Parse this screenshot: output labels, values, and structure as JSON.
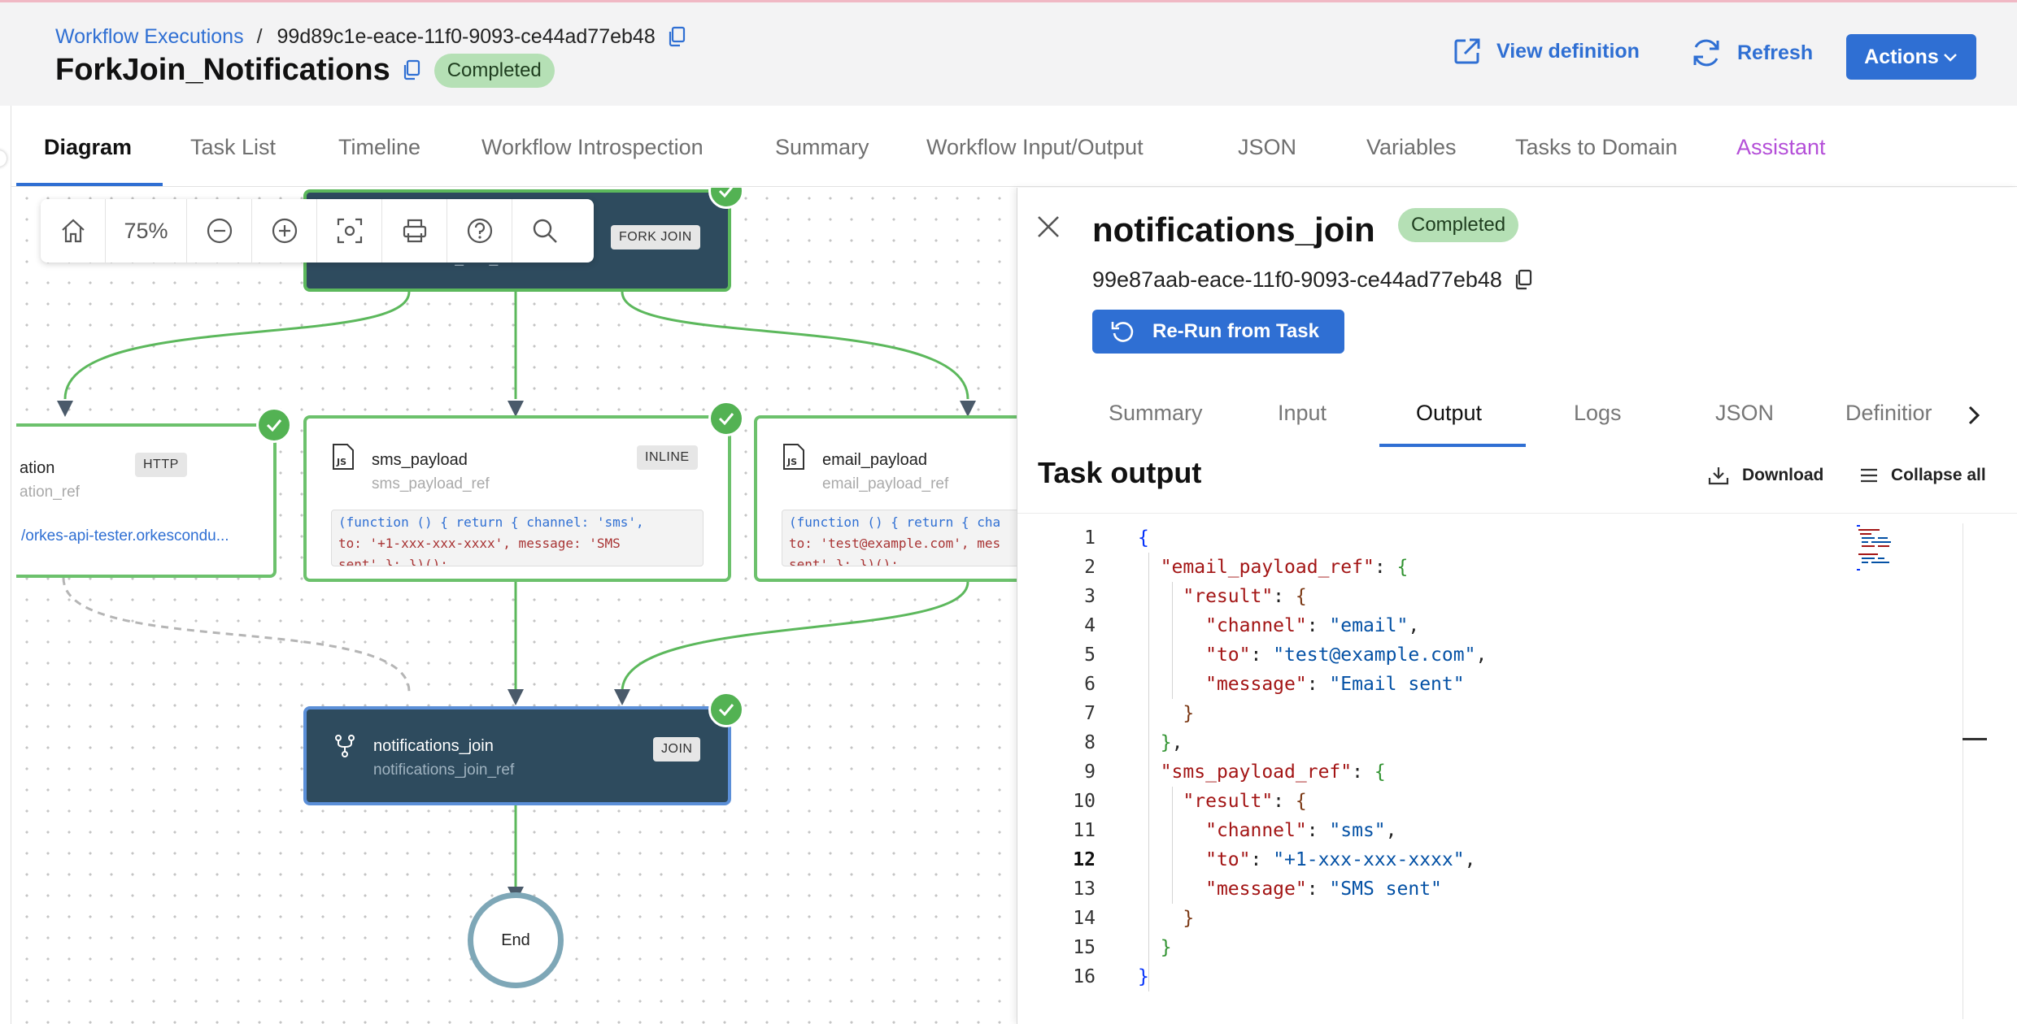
{
  "header": {
    "breadcrumb_link": "Workflow Executions",
    "breadcrumb_sep": "/",
    "workflow_id": "99d89c1e-eace-11f0-9093-ce44ad77eb48",
    "title": "ForkJoin_Notifications",
    "status": "Completed",
    "view_definition": "View definition",
    "refresh": "Refresh",
    "actions": "Actions"
  },
  "tabs": [
    "Diagram",
    "Task List",
    "Timeline",
    "Workflow Introspection",
    "Summary",
    "Workflow Input/Output",
    "JSON",
    "Variables",
    "Tasks to Domain",
    "Assistant"
  ],
  "toolbar": {
    "zoom": "75%"
  },
  "diagram": {
    "fork": {
      "ref": "notifications_fork_ref",
      "tag": "FORK JOIN"
    },
    "http": {
      "name": "ation",
      "ref": "ation_ref",
      "tag": "HTTP",
      "url": "/orkes-api-tester.orkescondu..."
    },
    "sms": {
      "name": "sms_payload",
      "ref": "sms_payload_ref",
      "tag": "INLINE",
      "code1a": "(function () { ",
      "code1b": "return",
      "code1c": " { channel: 'sms',",
      "code2": "to: '+1-xxx-xxx-xxxx', message: 'SMS",
      "code3": "sent' }; })();"
    },
    "email": {
      "name": "email_payload",
      "ref": "email_payload_ref",
      "code1a": "(function () { ",
      "code1b": "return",
      "code1c": " { cha",
      "code2": "to: 'test@example.com', mes",
      "code3": "sent' }; })();"
    },
    "join": {
      "name": "notifications_join",
      "ref": "notifications_join_ref",
      "tag": "JOIN"
    },
    "end": "End"
  },
  "panel": {
    "title": "notifications_join",
    "status": "Completed",
    "task_id": "99e87aab-eace-11f0-9093-ce44ad77eb48",
    "rerun": "Re-Run from Task",
    "tabs": [
      "Summary",
      "Input",
      "Output",
      "Logs",
      "JSON",
      "Definitior"
    ],
    "output_title": "Task output",
    "download": "Download",
    "collapse_all": "Collapse all"
  },
  "code": {
    "line_numbers": [
      "1",
      "2",
      "3",
      "4",
      "5",
      "6",
      "7",
      "8",
      "9",
      "10",
      "11",
      "12",
      "13",
      "14",
      "15",
      "16"
    ],
    "l1": "{",
    "l2_key": "\"email_payload_ref\"",
    "l3_key": "\"result\"",
    "l4_key": "\"channel\"",
    "l4_val": "\"email\"",
    "l5_key": "\"to\"",
    "l5_val": "\"test@example.com\"",
    "l6_key": "\"message\"",
    "l6_val": "\"Email sent\"",
    "l9_key": "\"sms_payload_ref\"",
    "l10_key": "\"result\"",
    "l11_key": "\"channel\"",
    "l11_val": "\"sms\"",
    "l12_key": "\"to\"",
    "l12_val": "\"+1-xxx-xxx-xxxx\"",
    "l13_key": "\"message\"",
    "l13_val": "\"SMS sent\"",
    "l16": "}"
  },
  "colors": {
    "accent": "#2f6fd3",
    "success": "#53b253",
    "node_dark": "#2e4b5e",
    "assistant": "#b44fd8"
  }
}
